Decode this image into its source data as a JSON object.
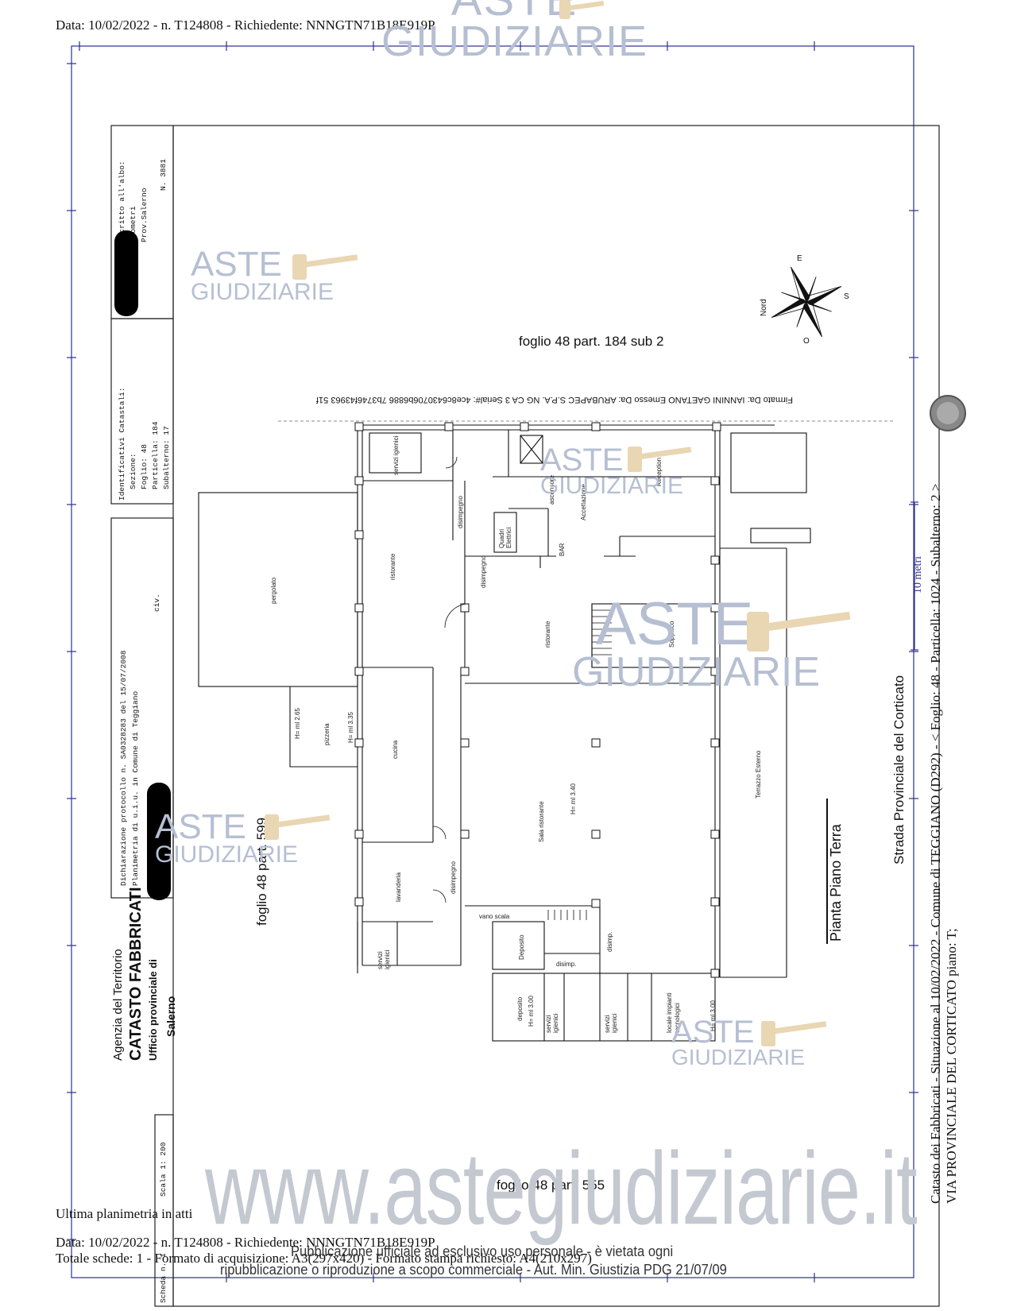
{
  "header": {
    "line": "Data: 10/02/2022 - n. T124808 - Richiedente: NNNGTN71B18E919P"
  },
  "footer": {
    "last_plan": "Ultima planimetria in atti",
    "data_line": "Data: 10/02/2022 - n. T124808 - Richiedente: NNNGTN71B18E919P",
    "totals_line": "Totale schede: 1 - Formato di acquisizione: A3(297x420) - Formato stampa richiesto: A4(210x297)",
    "publication_line1": "Pubblicazione ufficiale ad esclusivo uso personale - è vietata ogni",
    "publication_line2": "ripubblicazione o riproduzione a scopo commerciale - Aut. Min. Giustizia PDG 21/07/09"
  },
  "side_text": {
    "line1": "Catasto dei Fabbricati - Situazione al 10/02/2022 - Comune di TEGGIANO (D292) - < Foglio: 48 - Particella: 1024 - Subalterno: 2 >",
    "line2": "VIA PROVINCIALE DEL CORTICATO piano: T;"
  },
  "signature": "Firmato Da: IANNINI GAETANO Emesso Da: ARUBAPEC S.P.A. NG CA 3 Serial#: 4ce8c6430706b6886 7b3746f43963 51f",
  "title_block": {
    "agency": "Agenzia del Territorio",
    "catasto": "CATASTO FABBRICATI",
    "ufficio": "Ufficio provinciale di",
    "provincia": "Salerno",
    "dichiarazione": "Dichiarazione protocollo n.   SA0328283  del    15/07/2008",
    "planimetria": "Planimetria di u.i.u. in Comune di Teggiano",
    "civ": "civ.",
    "identificativi_title": "Identificativi Catastali:",
    "sezione": "Sezione:",
    "foglio": "Foglio: 48",
    "particella": "Particella: 184",
    "subalterno": "Subalterno: 17",
    "iscritto": "Iscritto all'albo:",
    "geometri": "Geometri",
    "prov": "Prov.Salerno",
    "numero": "N. 3881",
    "scheda": "Scheda n. 1",
    "scala": "Scala 1: 200"
  },
  "plan": {
    "north_part": "foglio 48 part. 184  sub 2",
    "west_part": "foglio 48 part. 599",
    "south_part": "foglio 48 part. 555",
    "road": "Strada Provinciale del Corticato",
    "plan_title": "Pianta Piano  Terra",
    "scale_bar": "10 metri",
    "compass": {
      "north": "Nord",
      "e": "E",
      "s": "S",
      "o": "O"
    },
    "rooms": {
      "servizi_igienici": "servizi igienici",
      "disimpegno": "disimpegno",
      "ascensore": "ascensore",
      "accettazione": "Accettazione",
      "reception": "Reception",
      "quadri_elettrici": "Quadri Elettrici",
      "bar": "BAR",
      "pergolato": "pergolato",
      "ristorante": "ristorante",
      "soppalco": "Soppalco",
      "pizzeria": "pizzeria",
      "h265": "H= ml 2.65",
      "h335": "H= ml 3.35",
      "cucina": "cucina",
      "sala_ristorante": "Sala  ristorante",
      "h340": "H= ml 3.40",
      "terrazzo": "Terrazzo Esterno",
      "lavanderia": "lavanderia",
      "vano_scala": "vano scala",
      "deposito": "Deposito",
      "disimp": "disimp.",
      "deposito_small": "deposito",
      "h300": "H= ml 3.00",
      "locale_impianti": "locale impianti tecnologici"
    }
  },
  "watermark": {
    "aste": "ASTE",
    "giudiziarie": "GIUDIZIARIE",
    "site": "www.astegiudiziarie.it"
  }
}
